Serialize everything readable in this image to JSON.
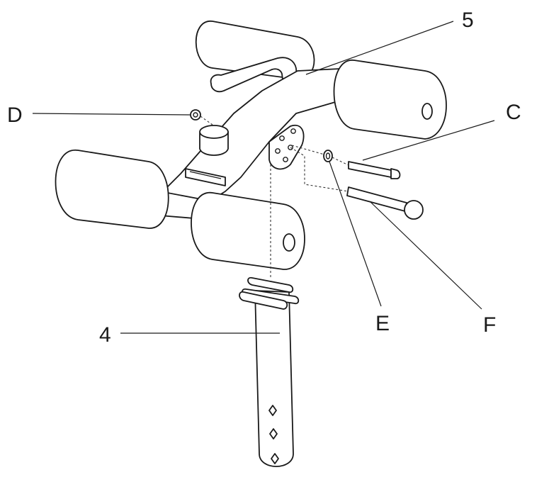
{
  "callouts": {
    "part_5": "5",
    "part_4": "4",
    "hw_D": "D",
    "hw_C": "C",
    "hw_E": "E",
    "hw_F": "F"
  },
  "colors": {
    "line": "#1a1a1a",
    "paper": "#ffffff"
  }
}
